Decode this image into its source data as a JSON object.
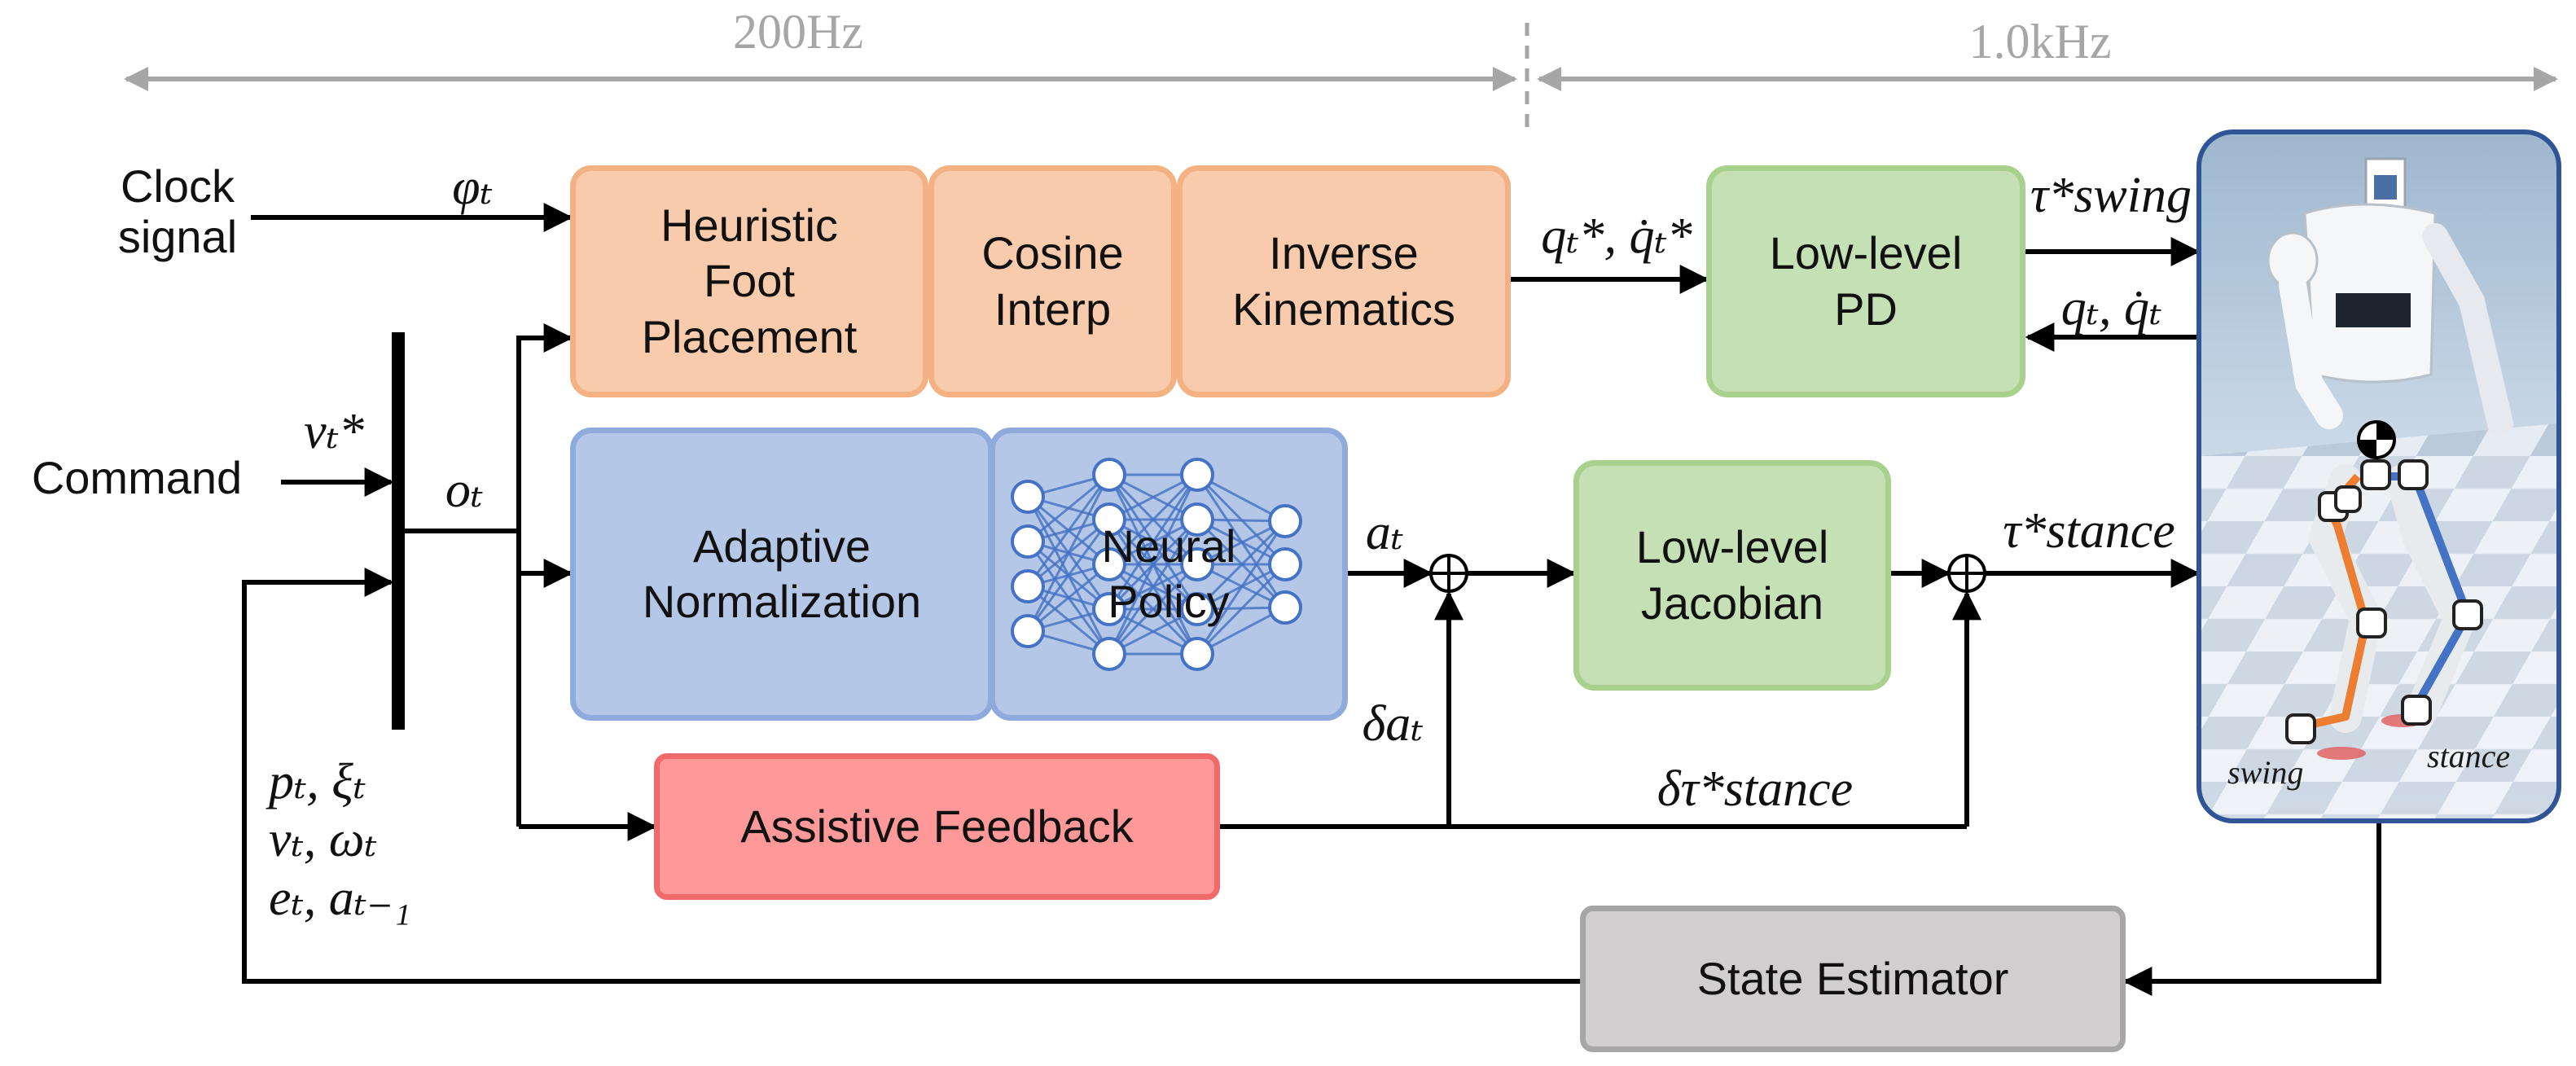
{
  "rates": {
    "left": "200Hz",
    "right": "1.0kHz"
  },
  "inputs": {
    "clock": "Clock\nsignal",
    "command": "Command",
    "phase": "φₜ",
    "velocity_cmd": "vₜ*",
    "observation": "oₜ",
    "feedback_states": "pₜ, ξₜ\nvₜ, ωₜ\neₜ, aₜ₋₁"
  },
  "blocks": {
    "heuristic_foot_placement": "Heuristic\nFoot\nPlacement",
    "cosine_interp": "Cosine\nInterp",
    "inverse_kinematics": "Inverse\nKinematics",
    "low_level_pd": "Low-level\nPD",
    "adaptive_normalization": "Adaptive\nNormalization",
    "neural_policy": "Neural\nPolicy",
    "low_level_jacobian": "Low-level\nJacobian",
    "assistive_feedback": "Assistive Feedback",
    "state_estimator": "State Estimator"
  },
  "signals": {
    "joint_targets": "qₜ*, q̇ₜ*",
    "tau_swing": "τ*swing",
    "joint_states": "qₜ, q̇ₜ",
    "action": "aₜ",
    "tau_stance": "τ*stance",
    "delta_action": "δaₜ",
    "delta_tau_stance": "δτ*stance"
  },
  "robot": {
    "swing_label": "swing",
    "stance_label": "stance"
  },
  "colors": {
    "orange_fill": "#f8cbad",
    "blue_fill": "#b4c7e7",
    "green_fill": "#c5e0b4",
    "red_fill": "#ff9999",
    "gray_fill": "#d0cece",
    "robot_border": "#2f5597",
    "swing_leg": "#ed7d31",
    "stance_leg": "#4472c4"
  }
}
